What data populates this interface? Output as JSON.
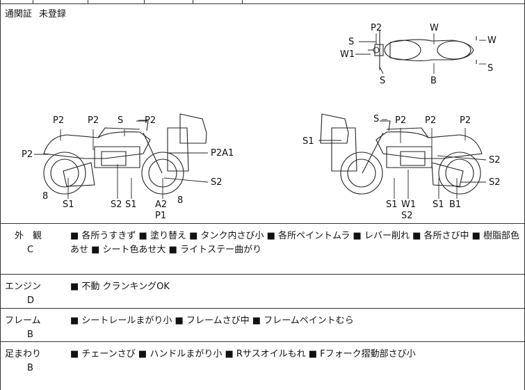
{
  "customs": {
    "label": "通関証",
    "value": "未登録"
  },
  "diagram": {
    "top_labels": [
      "P2",
      "W",
      "S",
      "W",
      "W1",
      "S",
      "S",
      "B"
    ],
    "left_labels": [
      "P2",
      "P2",
      "P2",
      "S",
      "P2",
      "P2A1",
      "S2",
      "8",
      "S1",
      "S2",
      "S1",
      "A2",
      "8",
      "P1"
    ],
    "right_labels": [
      "S",
      "P2",
      "P2",
      "P2",
      "S1",
      "S2",
      "S2",
      "S1",
      "W1",
      "S2",
      "S1",
      "B1"
    ]
  },
  "sections": [
    {
      "name": "外　観",
      "grade": "C",
      "desc": "■ 各所うすきず ■ 塗り替え ■ タンク内さび小 ■ 各所ペイントムラ ■ レバー削れ ■ 各所さび中 ■ 樹脂部色あせ ■ シート色あせ大 ■ ライトステー曲がり"
    },
    {
      "name": "エンジン",
      "grade": "D",
      "desc": "■ 不動 クランキングOK"
    },
    {
      "name": "フレーム",
      "grade": "B",
      "desc": "■ シートレールまがり小 ■ フレームさび中 ■ フレームペイントむら"
    },
    {
      "name": "足まわり",
      "grade": "B",
      "desc": "■ チェーンさび ■ ハンドルまがり小 ■ Rサスオイルもれ ■ Fフォーク摺動部さび小"
    }
  ]
}
